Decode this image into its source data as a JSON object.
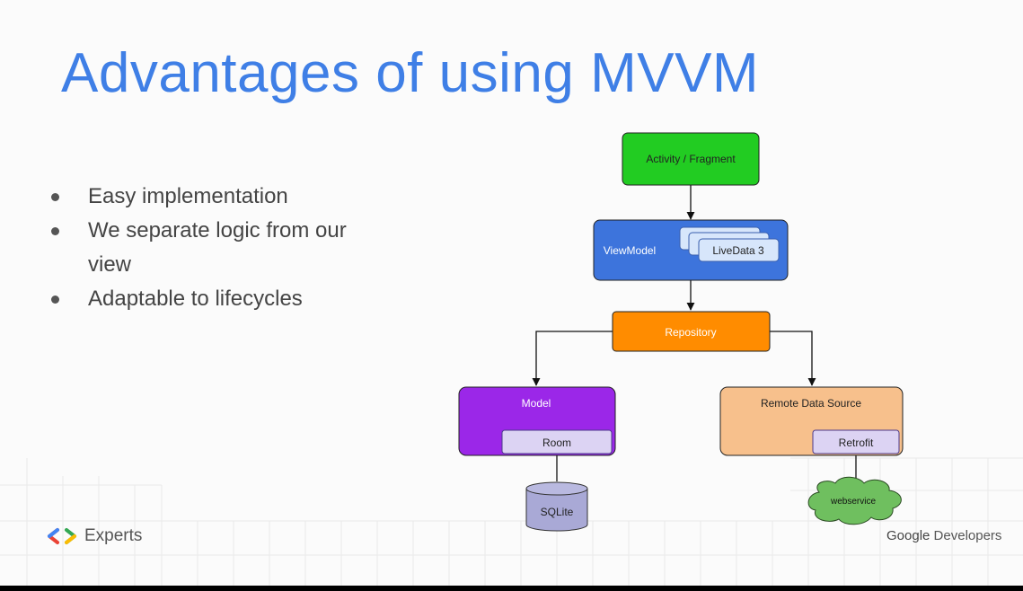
{
  "slide": {
    "title": "Advantages of using MVVM",
    "bullets": [
      "Easy implementation",
      "We separate logic from our view",
      "Adaptable to lifecycles"
    ]
  },
  "diagram": {
    "activity": "Activity / Fragment",
    "viewmodel": "ViewModel",
    "livedata": "LiveData 3",
    "repository": "Repository",
    "model": "Model",
    "room": "Room",
    "sqlite": "SQLite",
    "remote": "Remote Data Source",
    "retrofit": "Retrofit",
    "webservice": "webservice"
  },
  "footer": {
    "experts": "Experts",
    "google": "Google",
    "developers": "Developers"
  },
  "colors": {
    "title": "#3f7fe6",
    "activity": "#22cc22",
    "viewmodel": "#3d74dc",
    "repository": "#ff8c00",
    "model": "#9b27e8",
    "remote": "#f7c08c",
    "sqlite": "#a9a9d6",
    "webservice": "#6fbf5f"
  }
}
